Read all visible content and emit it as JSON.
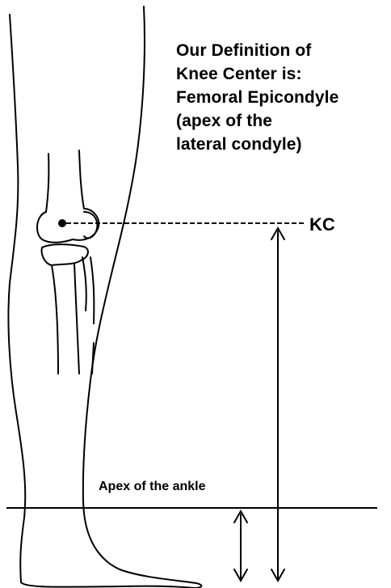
{
  "definition": {
    "lines": [
      "Our Definition of",
      "Knee Center is:",
      "Femoral Epicondyle",
      "(apex of the",
      "lateral condyle)"
    ]
  },
  "labels": {
    "knee_center": "KC",
    "ankle_apex": "Apex of the ankle"
  },
  "colors": {
    "ink": "#000000",
    "background": "#ffffff"
  }
}
